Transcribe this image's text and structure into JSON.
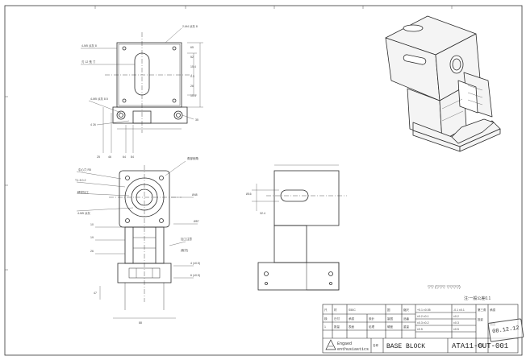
{
  "title_block": {
    "drawing_name": "BASE BLOCK",
    "drawing_number": "ATA11-CUT-001",
    "company_name": "Engaed",
    "company_sub": "enthusiastics"
  },
  "stamp": {
    "date": "08.12.12"
  },
  "colors": {
    "line": "#2b2b2b",
    "paper": "#ffffff"
  }
}
